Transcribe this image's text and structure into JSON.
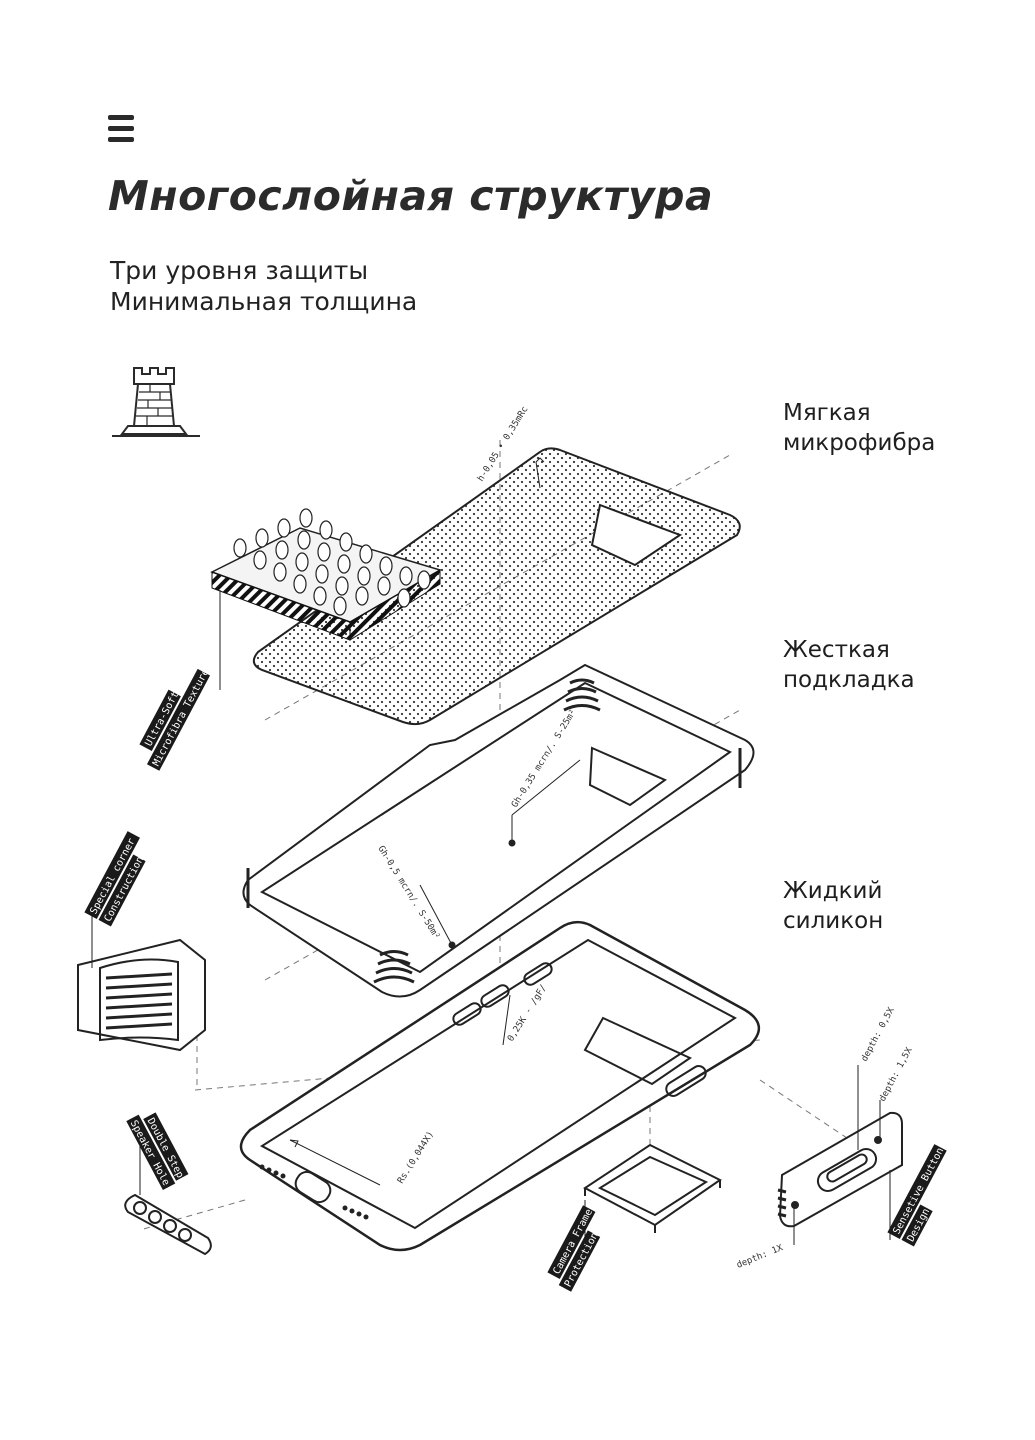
{
  "header": {
    "title": "Многослойная структура",
    "subtitle_line1": "Три уровня защиты",
    "subtitle_line2": "Минимальная толщина"
  },
  "layers": [
    {
      "line1": "Мягкая",
      "line2": "микрофибра"
    },
    {
      "line1": "Жесткая",
      "line2": "подкладка"
    },
    {
      "line1": "Жидкий",
      "line2": "силикон"
    }
  ],
  "callouts": {
    "microfibra": {
      "line1": "Ultra-Soft",
      "line2": "Microfibra Texture"
    },
    "corner": {
      "line1": "Special corner",
      "line2": "Construction"
    },
    "speaker": {
      "line1": "Double Step",
      "line2": "Speaker Hole"
    },
    "camera": {
      "line1": "Camera Frame",
      "line2": "Protection"
    },
    "button": {
      "line1": "Sensetive Button",
      "line2": "Design"
    }
  },
  "dimensions": {
    "h_top": "h-0,05 • 0,35mRc",
    "gh1": "Gh-0,35 mcrn/. S-25m²",
    "gh2": "Gh-0,5 mcrn/. S-50m²",
    "k25": "0,25K - /gF/",
    "rs": "Rs.(0,044X)",
    "depth05": "depth: 0,5X",
    "depth15": "depth: 1,5X",
    "depth1": "depth: 1X"
  },
  "icons": [
    "menu-icon",
    "tower-icon"
  ]
}
